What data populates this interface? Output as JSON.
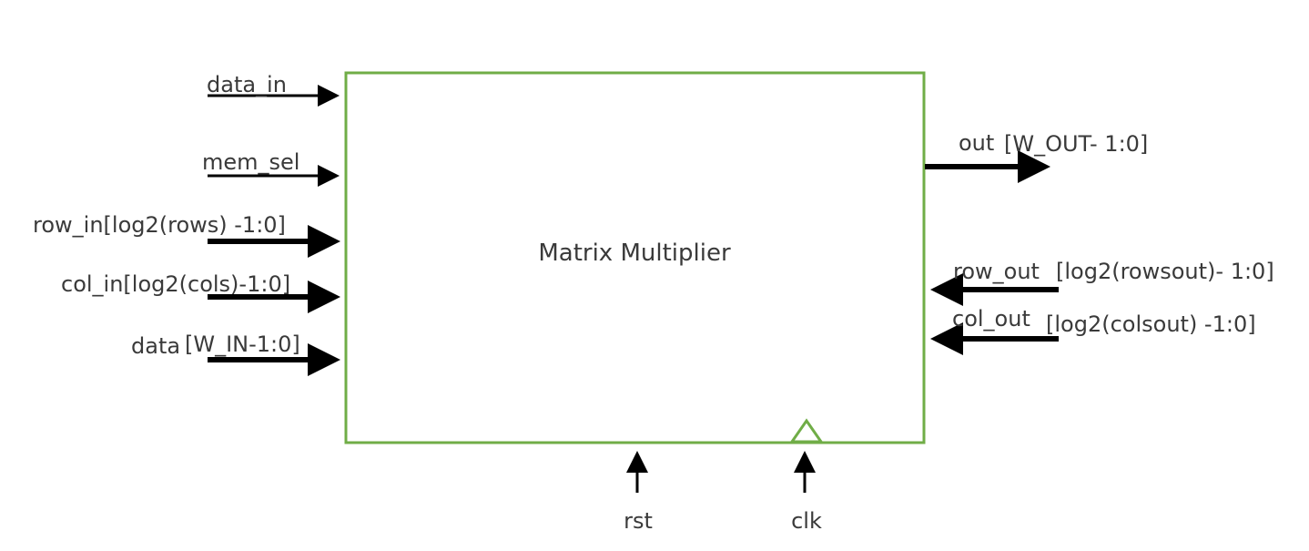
{
  "block": {
    "title": "Matrix Multiplier",
    "border_color": "#70ad47"
  },
  "inputs": {
    "data_in": "data_in",
    "mem_sel": "mem_sel",
    "row_in": "row_in[log2(rows) -1:0]",
    "col_in": "col_in[log2(cols)-1:0]",
    "data_prefix": "data",
    "data_width": "[W_IN-1:0]"
  },
  "outputs": {
    "out_name": "out",
    "out_width": "[W_OUT- 1:0]",
    "row_out_name": "row_out",
    "row_out_width": "[log2(rowsout)- 1:0]",
    "col_out_name": "col_out",
    "col_out_width": "[log2(colsout) -1:0]"
  },
  "bottom": {
    "rst": "rst",
    "clk": "clk"
  },
  "colors": {
    "arrow": "#000000",
    "text": "#3a3a3a",
    "clock_marker": "#70ad47"
  }
}
